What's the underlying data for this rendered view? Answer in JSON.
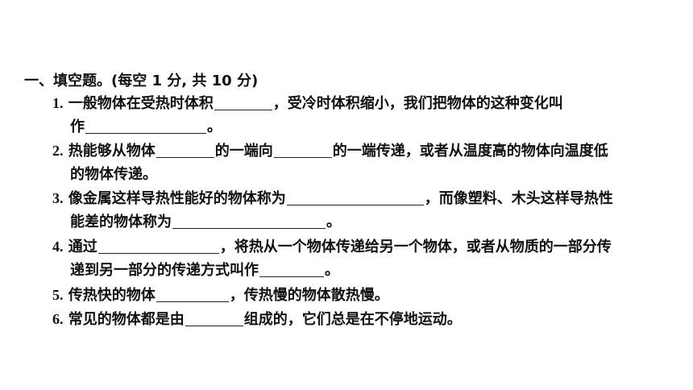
{
  "section": {
    "title": "一、填空题。(每空 1 分, 共 10 分)"
  },
  "questions": [
    {
      "num": "1.",
      "parts": [
        "一般物体在受热时体积",
        "，受冷时体积缩小，我们把物体的这种变化叫",
        "作",
        "。"
      ]
    },
    {
      "num": "2.",
      "parts": [
        "热能够从物体",
        "的一端向",
        "的一端传递，或者从温度高的物体向温度低",
        "的物体传递。"
      ]
    },
    {
      "num": "3.",
      "parts": [
        "像金属这样导热性能好的物体称为",
        "，而像塑料、木头这样导热性",
        "能差的物体称为",
        "。"
      ]
    },
    {
      "num": "4.",
      "parts": [
        "通过",
        "，将热从一个物体传递给另一个物体，或者从物质的一部分传",
        "递到另一部分的传递方式叫作",
        "。"
      ]
    },
    {
      "num": "5.",
      "parts": [
        "传热快的物体",
        "，传热慢的物体散热慢。"
      ]
    },
    {
      "num": "6.",
      "parts": [
        "常见的物体都是由",
        "组成的，它们总是在不停地运动。"
      ]
    }
  ]
}
